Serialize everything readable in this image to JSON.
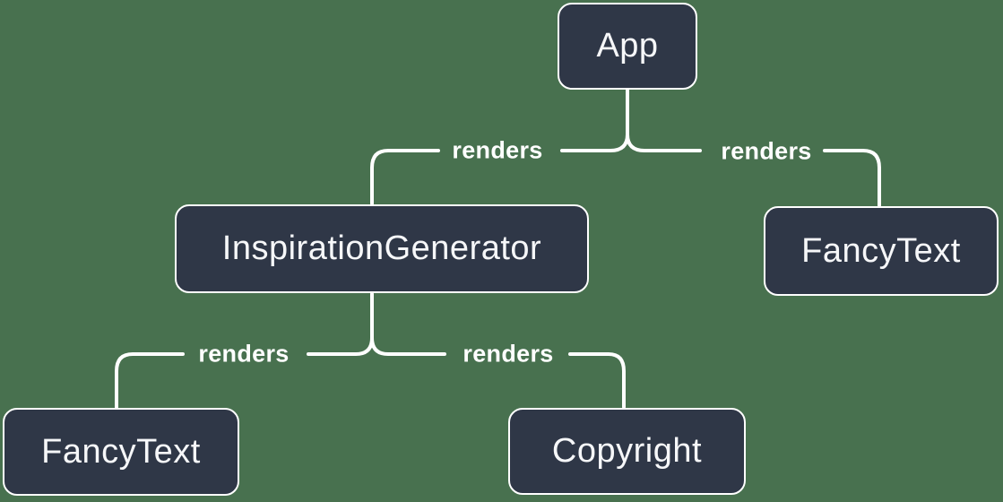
{
  "diagram": {
    "type": "tree",
    "description": "React component render tree",
    "colors": {
      "background": "#48714f",
      "node_fill": "#2f3747",
      "node_border": "#ffffff",
      "connector": "#ffffff",
      "text": "#f6f7f9"
    },
    "nodes": [
      {
        "id": "app",
        "label": "App"
      },
      {
        "id": "inspiration-generator",
        "label": "InspirationGenerator"
      },
      {
        "id": "fancy-text-top",
        "label": "FancyText"
      },
      {
        "id": "fancy-text-bottom",
        "label": "FancyText"
      },
      {
        "id": "copyright",
        "label": "Copyright"
      }
    ],
    "edges": [
      {
        "from": "App",
        "to": "InspirationGenerator",
        "label": "renders"
      },
      {
        "from": "App",
        "to": "FancyText",
        "label": "renders"
      },
      {
        "from": "InspirationGenerator",
        "to": "FancyText",
        "label": "renders"
      },
      {
        "from": "InspirationGenerator",
        "to": "Copyright",
        "label": "renders"
      }
    ]
  }
}
